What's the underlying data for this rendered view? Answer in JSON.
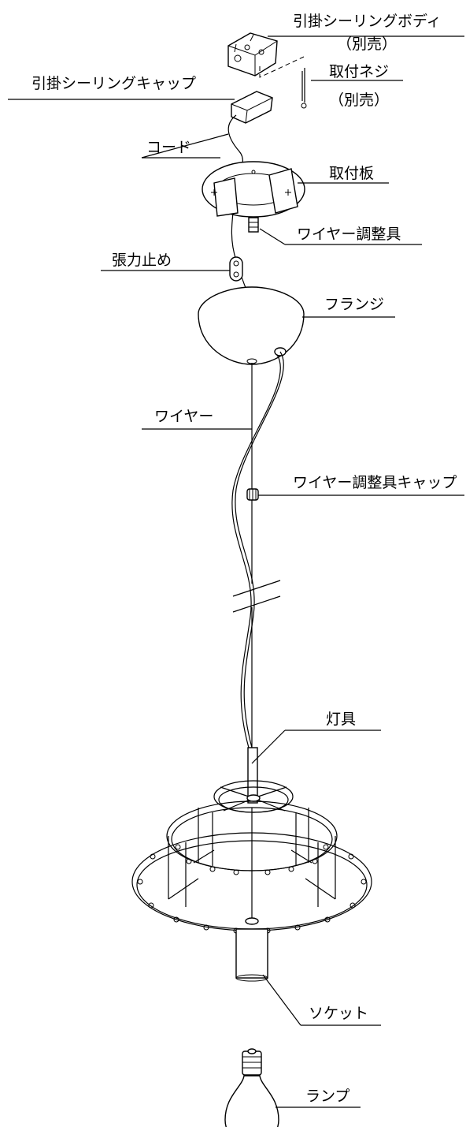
{
  "labels": {
    "ceiling_body": "引掛シーリングボディ",
    "sold_separately_1": "（別売）",
    "screw": "取付ネジ",
    "sold_separately_2": "（別売）",
    "ceiling_cap": "引掛シーリングキャップ",
    "cord": "コード",
    "mounting_plate": "取付板",
    "wire_adjuster": "ワイヤー調整具",
    "strain_relief": "張力止め",
    "flange": "フランジ",
    "wire": "ワイヤー",
    "wire_adjuster_cap": "ワイヤー調整具キャップ",
    "fixture": "灯具",
    "socket": "ソケット",
    "lamp": "ランプ"
  }
}
